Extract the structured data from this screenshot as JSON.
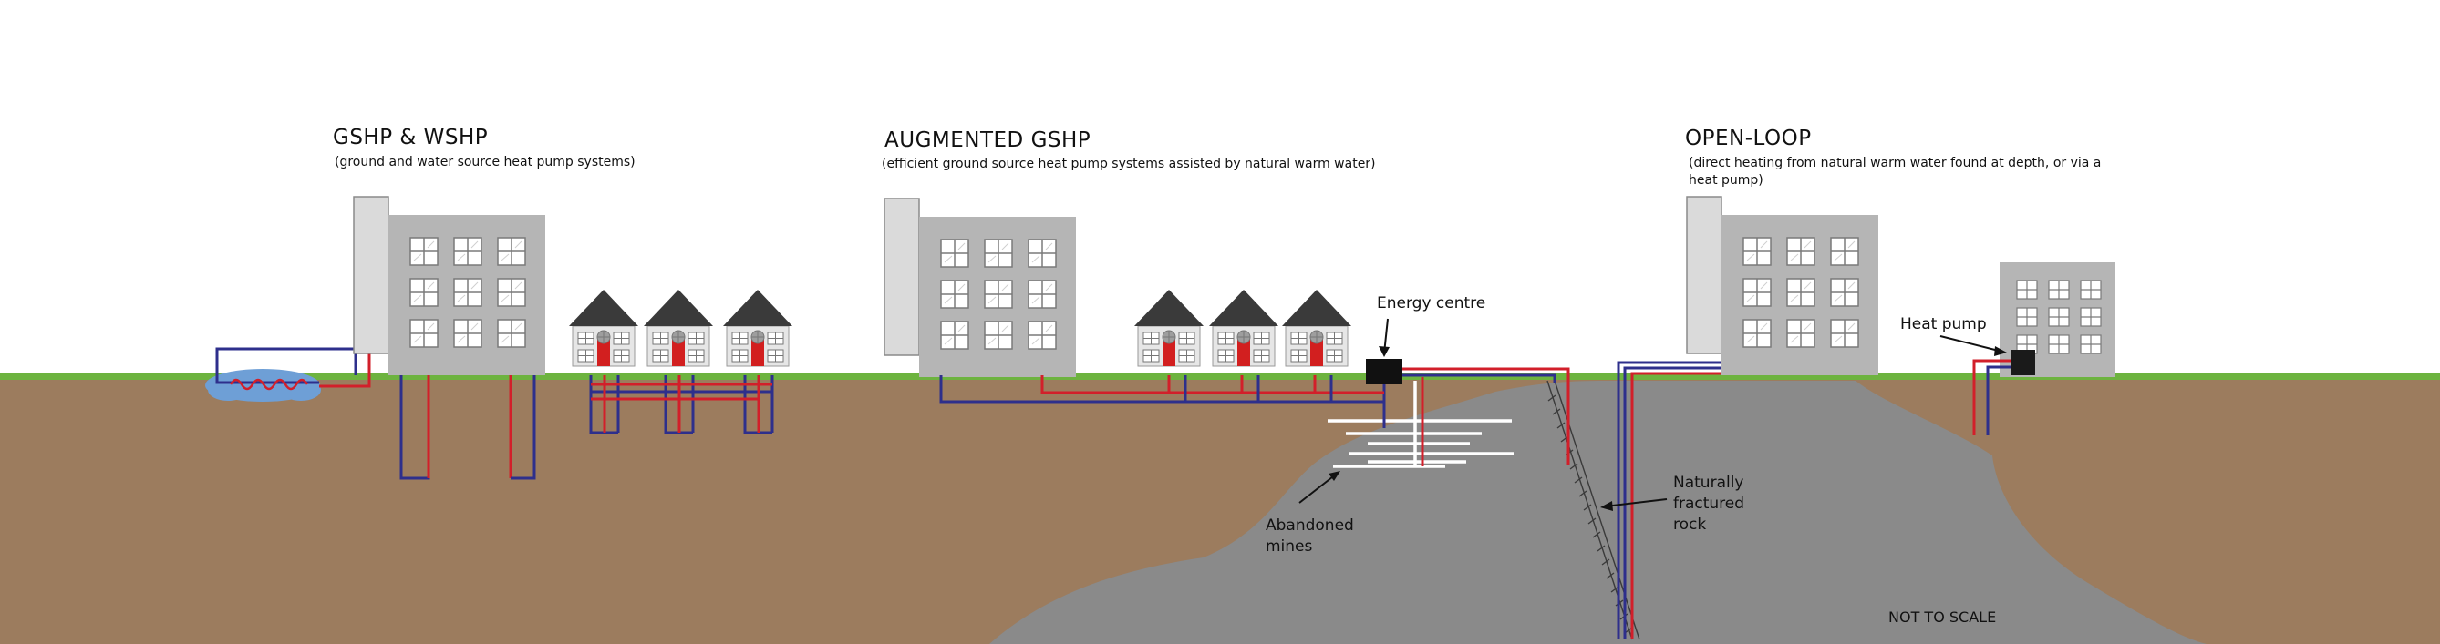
{
  "sections": {
    "gshp": {
      "title": "GSHP & WSHP",
      "subtitle": "(ground and water source heat pump systems)"
    },
    "augmented": {
      "title": "AUGMENTED GSHP",
      "subtitle": "(efficient ground source heat pump systems assisted by natural warm water)"
    },
    "open_loop": {
      "title": "OPEN-LOOP",
      "subtitle_line1": "(direct heating from natural warm water found at depth, or via a",
      "subtitle_line2": "heat pump)"
    }
  },
  "labels": {
    "energy_centre": "Energy centre",
    "abandoned_mines_line1": "Abandoned",
    "abandoned_mines_line2": "mines",
    "fractured_rock_line1": "Naturally",
    "fractured_rock_line2": "fractured",
    "fractured_rock_line3": "rock",
    "heat_pump": "Heat pump",
    "not_to_scale": "NOT TO SCALE"
  },
  "colors": {
    "sky": "#ffffff",
    "grass": "#6db33f",
    "soil": "#9c7c5e",
    "rock": "#8a8a8a",
    "building": "#b5b5b5",
    "roof": "#3a3a3a",
    "door": "#d21f1f",
    "pipe_hot": "#d21f2a",
    "pipe_cold": "#2e2f8c",
    "water": "#6e9fd6"
  }
}
